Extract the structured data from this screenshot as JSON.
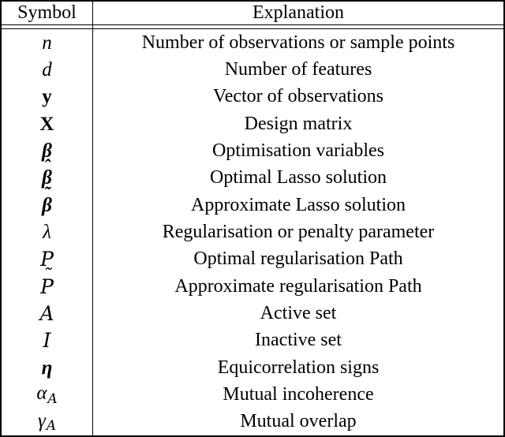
{
  "table": {
    "colors": {
      "border": "#000000",
      "text": "#000000",
      "background": "#ffffff"
    },
    "header": {
      "symbol": "Symbol",
      "explanation": "Explanation"
    },
    "rows": [
      {
        "symbol": "n",
        "style": "italic",
        "accent": "",
        "subscript": "",
        "explanation": "Number of observations or sample points"
      },
      {
        "symbol": "d",
        "style": "italic",
        "accent": "",
        "subscript": "",
        "explanation": "Number of features"
      },
      {
        "symbol": "y",
        "style": "bold",
        "accent": "",
        "subscript": "",
        "explanation": "Vector of observations"
      },
      {
        "symbol": "X",
        "style": "bold",
        "accent": "",
        "subscript": "",
        "explanation": "Design matrix"
      },
      {
        "symbol": "β",
        "style": "bold-italic",
        "accent": "",
        "subscript": "",
        "explanation": "Optimisation variables"
      },
      {
        "symbol": "β",
        "style": "bold-italic",
        "accent": "hat",
        "subscript": "",
        "explanation": "Optimal Lasso solution"
      },
      {
        "symbol": "β",
        "style": "bold-italic",
        "accent": "tilde",
        "subscript": "",
        "explanation": "Approximate Lasso solution"
      },
      {
        "symbol": "λ",
        "style": "italic",
        "accent": "",
        "subscript": "",
        "explanation": "Regularisation or penalty parameter"
      },
      {
        "symbol": "P",
        "style": "script",
        "accent": "",
        "subscript": "",
        "explanation": "Optimal regularisation Path"
      },
      {
        "symbol": "P",
        "style": "script",
        "accent": "tilde",
        "subscript": "",
        "explanation": "Approximate regularisation Path"
      },
      {
        "symbol": "A",
        "style": "script",
        "accent": "",
        "subscript": "",
        "explanation": "Active set"
      },
      {
        "symbol": "I",
        "style": "script",
        "accent": "",
        "subscript": "",
        "explanation": "Inactive set"
      },
      {
        "symbol": "η",
        "style": "bold-italic",
        "accent": "",
        "subscript": "",
        "explanation": "Equicorrelation signs"
      },
      {
        "symbol": "α",
        "style": "italic",
        "accent": "",
        "subscript": "A",
        "explanation": "Mutual incoherence"
      },
      {
        "symbol": "γ",
        "style": "italic",
        "accent": "",
        "subscript": "A",
        "explanation": "Mutual overlap"
      }
    ]
  }
}
